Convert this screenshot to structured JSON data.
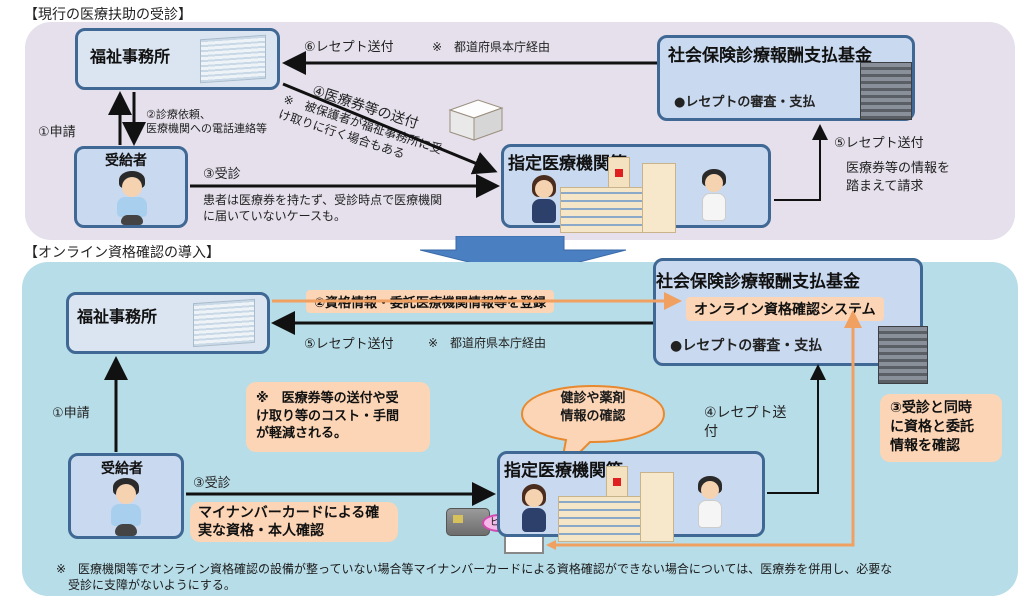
{
  "sections": {
    "current": {
      "title": "【現行の医療扶助の受診】",
      "welfare_office": "福祉事務所",
      "fund": {
        "title": "社会保険診療報酬支払基金",
        "item": "●レセプトの審査・支払"
      },
      "recipient": "受給者",
      "medical_institution": "指定医療機関等",
      "flows": {
        "step1": "①申請",
        "step2_line1": "②診療依頼、",
        "step2_line2": "医療機関への電話連絡等",
        "step3": "③受診",
        "step3_note_line1": "患者は医療券を持たず、受診時点で医療機関",
        "step3_note_line2": "に届いていないケースも。",
        "step4": "④医療券等の送付",
        "step4_note_line1": "※　被保護者が福祉事務所に受",
        "step4_note_line2": "け取りに行く場合もある",
        "step5": "⑤レセプト送付",
        "step5_note_line1": "医療券等の情報を",
        "step5_note_line2": "踏まえて請求",
        "step6": "⑥レセプト送付",
        "step6_note": "※　都道府県本庁経由"
      }
    },
    "online": {
      "title": "【オンライン資格確認の導入】",
      "welfare_office": "福祉事務所",
      "fund": {
        "title": "社会保険診療報酬支払基金",
        "system": "オンライン資格確認システム",
        "item": "●レセプトの審査・支払"
      },
      "recipient": "受給者",
      "medical_institution": "指定医療機関等",
      "flows": {
        "step1": "①申請",
        "step2": "②資格情報・委託医療機関情報等を登録",
        "step3": "③受診",
        "step3_card_line1": "マイナンバーカードによる確",
        "step3_card_line2": "実な資格・本人確認",
        "step3_confirm_line1": "③受診と同時",
        "step3_confirm_line2": "に資格と委託",
        "step3_confirm_line3": "情報を確認",
        "step4_line1": "④レセプト送",
        "step4_line2": "付",
        "step5": "⑤レセプト送付",
        "step5_note": "※　都道府県本庁経由"
      },
      "cost_note_line1": "※　医療券等の送付や受",
      "cost_note_line2": "け取り等のコスト・手間",
      "cost_note_line3": "が軽減される。",
      "bubble_line1": "健診や薬剤",
      "bubble_line2": "情報の確認",
      "beep": "ピッ",
      "footnote_line1": "※　医療機関等でオンライン資格確認の設備が整っていない場合等マイナンバーカードによる資格確認ができない場合については、医療券を併用し、必要な",
      "footnote_line2": "受診に支障がないようにする。"
    }
  },
  "icons": {
    "transition_arrow": "down-arrow-icon",
    "office_building": "office-building-icon",
    "fund_building": "dark-building-icon",
    "hospital": "hospital-icon",
    "recipient": "person-icon",
    "nurse": "nurse-icon",
    "doctor": "doctor-icon",
    "package": "package-icon",
    "card": "mynumber-card-icon",
    "reader": "card-reader-icon"
  },
  "colors": {
    "top_panel": "#e5e0ec",
    "bottom_panel": "#b7dde8",
    "box_fill": "#c9d9ef",
    "box_border": "#3f6894",
    "orange_highlight": "#fbd5b5",
    "orange_arrow": "#f0a060",
    "transition_arrow": "#4a7fc1"
  }
}
